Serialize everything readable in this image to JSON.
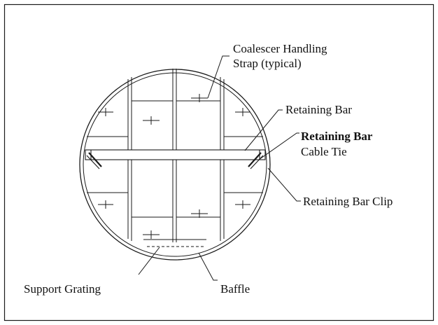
{
  "labels": {
    "handling_strap_line1": "Coalescer Handling",
    "handling_strap_line2": "Strap (typical)",
    "retaining_bar": "Retaining Bar",
    "cable_tie_line1": "Retaining Bar",
    "cable_tie_line2": "Cable Tie",
    "retaining_bar_clip": "Retaining Bar Clip",
    "support_grating": "Support Grating",
    "baffle": "Baffle"
  },
  "colors": {
    "line": "#1a1a1a",
    "background": "#ffffff"
  }
}
